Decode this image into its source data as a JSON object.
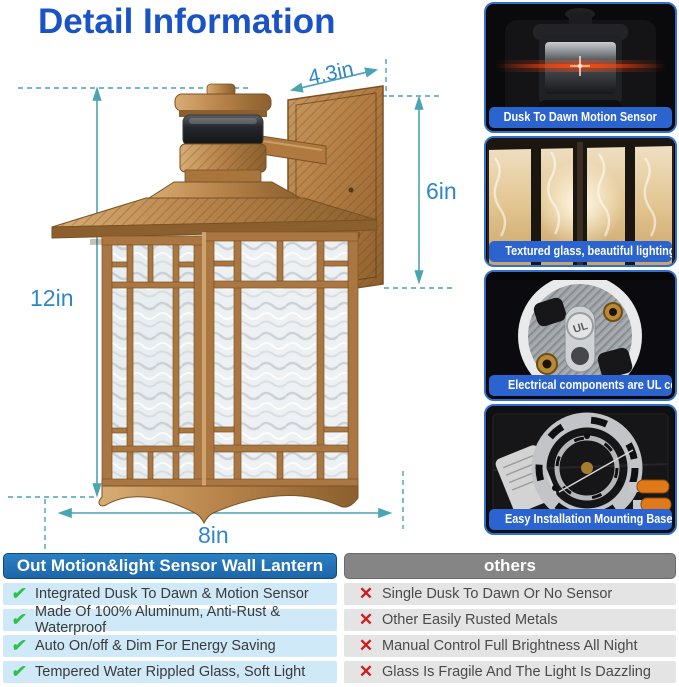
{
  "title": "Detail Information",
  "diagram": {
    "dim_plate_width": "4.3in",
    "dim_plate_height": "6in",
    "dim_lantern_height": "12in",
    "dim_lantern_width": "8in"
  },
  "features": [
    {
      "caption": "Dusk To Dawn Motion Sensor"
    },
    {
      "caption": "Textured glass, beautiful lighting"
    },
    {
      "caption": "Electrical components are UL certified",
      "ul_text": "UL"
    },
    {
      "caption": "Easy Installation Mounting Base"
    }
  ],
  "comparison": {
    "product": {
      "header": "Out Motion&light Sensor Wall Lantern",
      "check_icon": "✔",
      "rows": [
        "Integrated Dusk To Dawn & Motion Sensor",
        "Made Of 100% Aluminum, Anti-Rust & Waterproof",
        "Auto On/off & Dim For Energy Saving",
        "Tempered Water Rippled Glass, Soft Light"
      ]
    },
    "others": {
      "header": "others",
      "cross_icon": "✕",
      "rows": [
        "Single Dusk To Dawn Or No Sensor",
        "Other Easily Rusted Metals",
        "Manual Control Full Brightness All Night",
        "Glass Is Fragile And The Light Is Dazzling"
      ]
    }
  },
  "colors": {
    "title_blue": "#1a53c4",
    "dimension_line_teal": "#4aa4b2",
    "dimension_text_blue": "#2f86cc",
    "card_border_blue": "#2e6fd0",
    "caption_bar_blue": "#2b63cf",
    "product_header_blue": "#2173b6",
    "others_header_gray": "#858585",
    "product_row_blue": "#cfe9f8",
    "others_row_gray": "#e4e4e4",
    "check_green": "#2fc24a",
    "cross_red": "#cf1b1b",
    "bronze": "#b9854c"
  }
}
